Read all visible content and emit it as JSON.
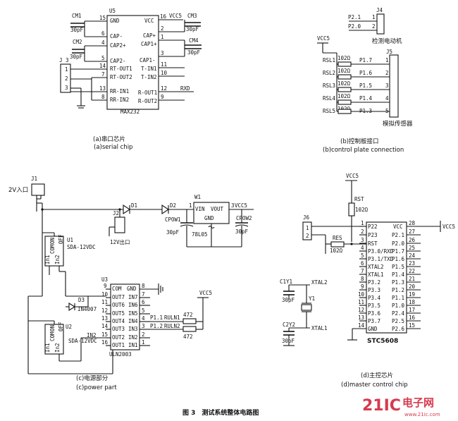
{
  "serial": {
    "u5": "U5",
    "cm1": "CM1",
    "cm1v": "30pF",
    "cm2": "CM2",
    "cm2v": "30pF",
    "cm3": "CM3",
    "cm3v": "30pF",
    "cm4": "CM4",
    "cm4v": "30pF",
    "vccs": "VCC5",
    "gnd": "GND",
    "vcc": "VCC",
    "capm": "CAP-",
    "capp2": "CAP2+",
    "capp": "CAP+",
    "cap1": "CAP1+",
    "cap2m": "CAP2-",
    "cap1m": "CAP1-",
    "rt1": "RT-OUT1",
    "rt2": "RT-OUT2",
    "ti1": "T-IN1",
    "ti2": "T-IN2",
    "rr1": "RR-IN1",
    "rr2": "RR-IN2",
    "ro1": "R-OUT1",
    "ro2": "R-OUT2",
    "rxd": "RXD",
    "part": "MAX232",
    "j3": "J 3",
    "p15": "15",
    "p6": "6",
    "p4": "4",
    "p5": "5",
    "p14": "14",
    "p7": "7",
    "p13": "13",
    "p8": "8",
    "p16": "16",
    "p2": "2",
    "p1": "1",
    "p3": "3",
    "p11": "11",
    "p10": "10",
    "p12": "12",
    "p9": "9",
    "j1n": "1",
    "j2n": "2",
    "j3n": "3",
    "caption_cn": "(a)串口芯片",
    "caption_en": "(a)serial chip"
  },
  "plate": {
    "j4": "J4",
    "p21": "P2.1",
    "p20": "P2.0",
    "n1": "1",
    "n2": "2",
    "j4desc": "检测电动机",
    "vcc": "VCC5",
    "j5": "J5",
    "rows": [
      {
        "rs": "RSL1",
        "val": "102Ω",
        "pin": "P1.7",
        "n": "1"
      },
      {
        "rs": "RSL2",
        "val": "102Ω",
        "pin": "P1.6",
        "n": "2"
      },
      {
        "rs": "RSL3",
        "val": "102Ω",
        "pin": "P1.5",
        "n": "3"
      },
      {
        "rs": "RSL4",
        "val": "102Ω",
        "pin": "P1.4",
        "n": "4"
      },
      {
        "rs": "RSL5",
        "val": "102Ω",
        "pin": "P1.3",
        "n": "5"
      }
    ],
    "sensor": "模拟传感器",
    "caption_cn": "(b)控制板接口",
    "caption_en": "(b)control plate connection"
  },
  "power": {
    "j1": "J1",
    "in2v": "2V入口",
    "d1": "D1",
    "d2": "D2",
    "j2": "J2",
    "j2v": "12V出口",
    "w1": "W1",
    "vin": "VIN",
    "vout": "VOUT",
    "gnd": "GND",
    "w1n1": "1",
    "w1n3": "3",
    "reg": "78L05",
    "vccs": "VCC5",
    "cpow1": "CPOW1",
    "cpow2": "CPOW2",
    "c30a": "30pF",
    "c30b": "30pF",
    "u1": "U1",
    "u1v": "SDA-12VDC",
    "u2": "U2",
    "u2v": "SDA-12VDC",
    "in1": "In1",
    "in2": "In2",
    "com": "COM",
    "on": "ON",
    "off": "OFF",
    "d3": "D3",
    "d3v": "IN4007",
    "u3": "U3",
    "ul": [
      "COM",
      "OUT7",
      "OUT6",
      "OUT5",
      "OUT4",
      "OUT3",
      "OUT2",
      "OUT1"
    ],
    "ur": [
      "GND",
      "IN7",
      "IN6",
      "IN5",
      "IN4",
      "IN3",
      "IN2",
      "IN1"
    ],
    "lp": [
      "9",
      "10",
      "11",
      "12",
      "13",
      "14",
      "15",
      "16"
    ],
    "rp": [
      "8",
      "7",
      "6",
      "5",
      "4",
      "3",
      "2",
      "1"
    ],
    "p11": "P1.1",
    "p12": "P1.2",
    "ruln1": "RULN1",
    "ruln2": "RULN2",
    "r472a": "472",
    "r472b": "472",
    "vccr": "VCC5",
    "in2lbl": "IN2",
    "uln": "ULN2003",
    "caption_cn": "(c)电源部分",
    "caption_en": "(c)power part"
  },
  "master": {
    "vcc": "VCC5",
    "rst": "RST",
    "rstv": "102Ω",
    "j6": "J6",
    "res": "RES",
    "resv": "102Ω",
    "c1y1": "C1Y1",
    "c1v": "30pF",
    "xtal2": "XTAL2",
    "y1": "Y1",
    "c2y2": "C2Y2",
    "c2v": "30pF",
    "xtal1": "XTAL1",
    "vcc_r": "VCC5",
    "j6n1": "1",
    "j6n2": "2",
    "left": [
      "P22",
      "P23",
      "RST",
      "P3.0/RXD",
      "P3.1/TXD",
      "XTAL2",
      "XTAL1",
      "P3.2",
      "P3.3",
      "P3.4",
      "P3.5",
      "P3.6",
      "P3.7",
      "GND"
    ],
    "lnum": [
      "1",
      "2",
      "3",
      "4",
      "5",
      "6",
      "7",
      "8",
      "9",
      "10",
      "11",
      "12",
      "13",
      "14"
    ],
    "right": [
      "VCC",
      "P2.1",
      "P2.0",
      "P1.7",
      "P1.6",
      "P1.5",
      "P1.4",
      "P1.3",
      "P1.2",
      "P1.1",
      "P1.0",
      "P2.4",
      "P2.5",
      "P2.6"
    ],
    "rnum": [
      "28",
      "27",
      "26",
      "25",
      "24",
      "23",
      "22",
      "21",
      "20",
      "19",
      "18",
      "17",
      "16",
      "15"
    ],
    "part": "STC5608",
    "caption_cn": "(d)主控芯片",
    "caption_en": "(d)master control chip"
  },
  "figure": {
    "title": "图 3　测试系统整体电路图"
  },
  "watermark": {
    "big": "21IC",
    "cn": "电子网",
    "url": "www.21ic.com"
  }
}
